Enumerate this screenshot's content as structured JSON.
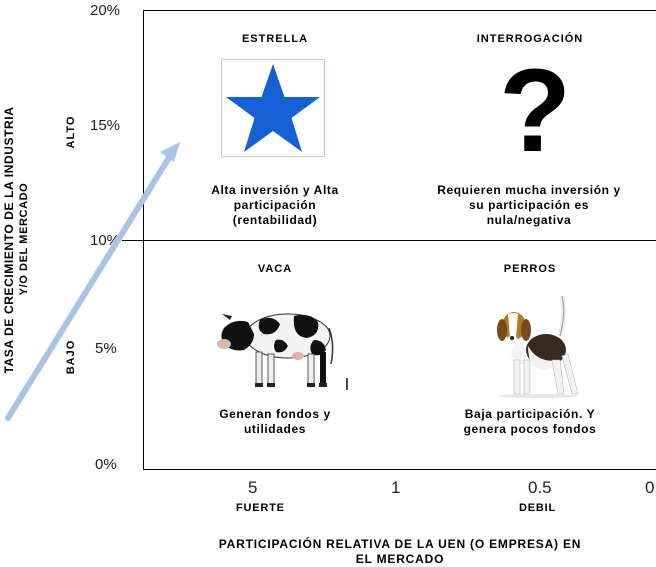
{
  "y_axis": {
    "ticks": [
      "20%",
      "15%",
      "10%",
      "5%",
      "0%"
    ],
    "label_line1": "TASA DE CRECIMIENTO DE LA INDUSTRIA",
    "label_line2": "Y/O DEL MERCADO",
    "high": "ALTO",
    "low": "BAJO"
  },
  "x_axis": {
    "ticks": [
      "5",
      "1",
      "0.5",
      "0"
    ],
    "strong": "FUERTE",
    "weak": "DEBIL",
    "label_line1": "PARTICIPACIÓN RELATIVA DE LA UEN (O EMPRESA) EN",
    "label_line2": "EL MERCADO"
  },
  "quadrants": {
    "star": {
      "title": "ESTRELLA",
      "desc": [
        "Alta inversión y Alta",
        "participación",
        "(rentabilidad)"
      ],
      "icon": "star-icon",
      "color": "#1560d4"
    },
    "question": {
      "title": "INTERROGACIÓN",
      "desc": [
        "Requieren mucha inversión y",
        "su participación es",
        "nula/negativa"
      ],
      "icon": "question-mark-icon",
      "glyph": "?"
    },
    "cow": {
      "title": "VACA",
      "desc": [
        "Generan fondos y",
        "utilidades"
      ],
      "icon": "cow-icon"
    },
    "dogs": {
      "title": "PERROS",
      "desc": [
        "Baja participación. Y",
        "genera pocos fondos"
      ],
      "icon": "dog-icon"
    }
  },
  "arrow_color": "#a9c4e6"
}
